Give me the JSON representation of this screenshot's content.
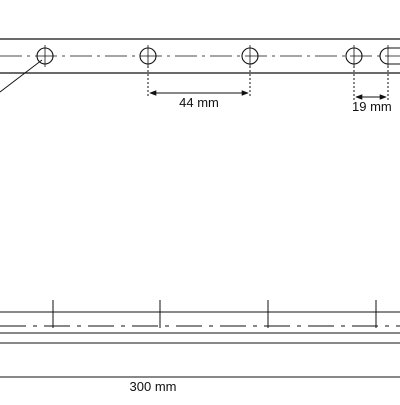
{
  "drawing": {
    "dimensions": {
      "hole_spacing": "44 mm",
      "end_distance": "19 mm",
      "overall_length": "300 mm"
    },
    "colors": {
      "line": "#111111",
      "background": "#ffffff"
    }
  }
}
